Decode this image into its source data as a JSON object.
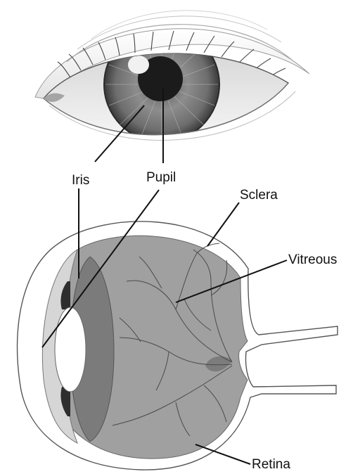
{
  "labels": {
    "iris": "Iris",
    "pupil": "Pupil",
    "sclera": "Sclera",
    "vitreous": "Vitreous",
    "retina": "Retina"
  },
  "icons": {
    "front_view": "external-eye-icon",
    "cross_section": "eye-cross-section-icon"
  }
}
